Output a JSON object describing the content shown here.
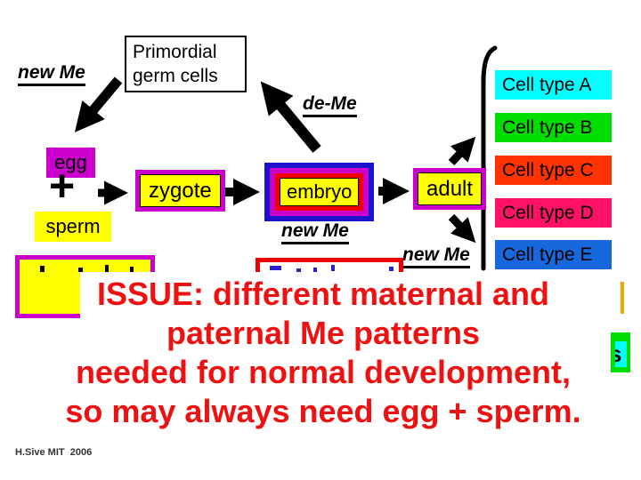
{
  "palette": {
    "magenta": "#cc00cc",
    "yellow": "#ffff00",
    "red": "#ee0000",
    "blue": "#1a12cc",
    "issue_text_red": "#ee1111"
  },
  "diagram": {
    "germ_cells_box": {
      "line1": "Primordial",
      "line2": "germ cells"
    },
    "labels": {
      "new_me_top": "new Me",
      "de_me": "de-Me",
      "new_me_embryo": "new Me",
      "new_me_adult": "new Me"
    },
    "stages": {
      "egg": "egg",
      "plus": "+",
      "sperm": "sperm",
      "zygote": "zygote",
      "embryo": "embryo",
      "adult": "adult"
    },
    "cell_types": [
      {
        "label": "Cell type A",
        "color": "#00ffff"
      },
      {
        "label": "Cell type B",
        "color": "#00dd00"
      },
      {
        "label": "Cell type C",
        "color": "#ff3300"
      },
      {
        "label": "Cell type D",
        "color": "#ff1166"
      },
      {
        "label": "Cell type E",
        "color": "#1668dc"
      }
    ],
    "occluded_fragment_letter": "s"
  },
  "overlay": {
    "lines": {
      "0": "ISSUE: different maternal and",
      "1": "paternal Me patterns",
      "2": "needed for normal development,",
      "3": "so may always need egg + sperm."
    }
  },
  "footer": {
    "credit": "H.Sive MIT  2006"
  }
}
